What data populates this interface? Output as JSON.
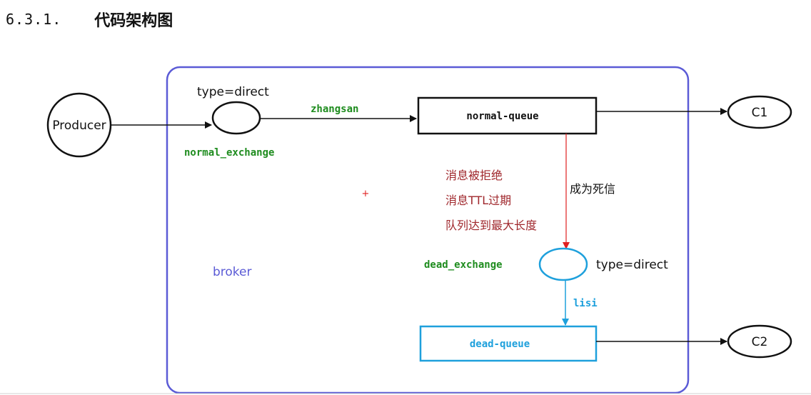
{
  "section": {
    "number": "6.3.1.",
    "title": "代码架构图"
  },
  "diagram": {
    "producer": "Producer",
    "normal_exchange": {
      "type_label": "type=direct",
      "name": "normal_exchange"
    },
    "routing_key_normal": "zhangsan",
    "normal_queue": "normal-queue",
    "consumer_1": "C1",
    "dead_letter_reasons": [
      "消息被拒绝",
      "消息TTL过期",
      "队列达到最大长度"
    ],
    "becomes_dead_letter": "成为死信",
    "dead_exchange": {
      "name": "dead_exchange",
      "type_label": "type=direct"
    },
    "routing_key_dead": "lisi",
    "dead_queue": "dead-queue",
    "consumer_2": "C2",
    "broker": "broker",
    "colors": {
      "broker_border": "#5b5bd6",
      "green_label": "#1e8c1e",
      "dead_blue": "#1ea0dc",
      "red_arrow": "#e02020",
      "reason_text": "#a0282d"
    }
  }
}
